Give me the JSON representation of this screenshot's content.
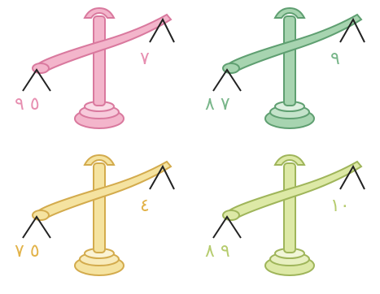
{
  "scales": [
    {
      "id": "pink",
      "color": "#e78fb1",
      "fill": "#f3b5cb",
      "base": "#e98fb0",
      "left_label": "٥ ٩",
      "right_label": "٧"
    },
    {
      "id": "green",
      "color": "#79b68a",
      "fill": "#a7d4b0",
      "base": "#8fc49b",
      "left_label": "٧ ٨",
      "right_label": "٩"
    },
    {
      "id": "yellow",
      "color": "#e9c670",
      "fill": "#f5e3a0",
      "base": "#efd07f",
      "left_label": "٥ ٧",
      "right_label": "٤"
    },
    {
      "id": "lime",
      "color": "#bcd27a",
      "fill": "#dde9a6",
      "base": "#c8da8a",
      "left_label": "٩ ٨",
      "right_label": "١٠"
    }
  ]
}
